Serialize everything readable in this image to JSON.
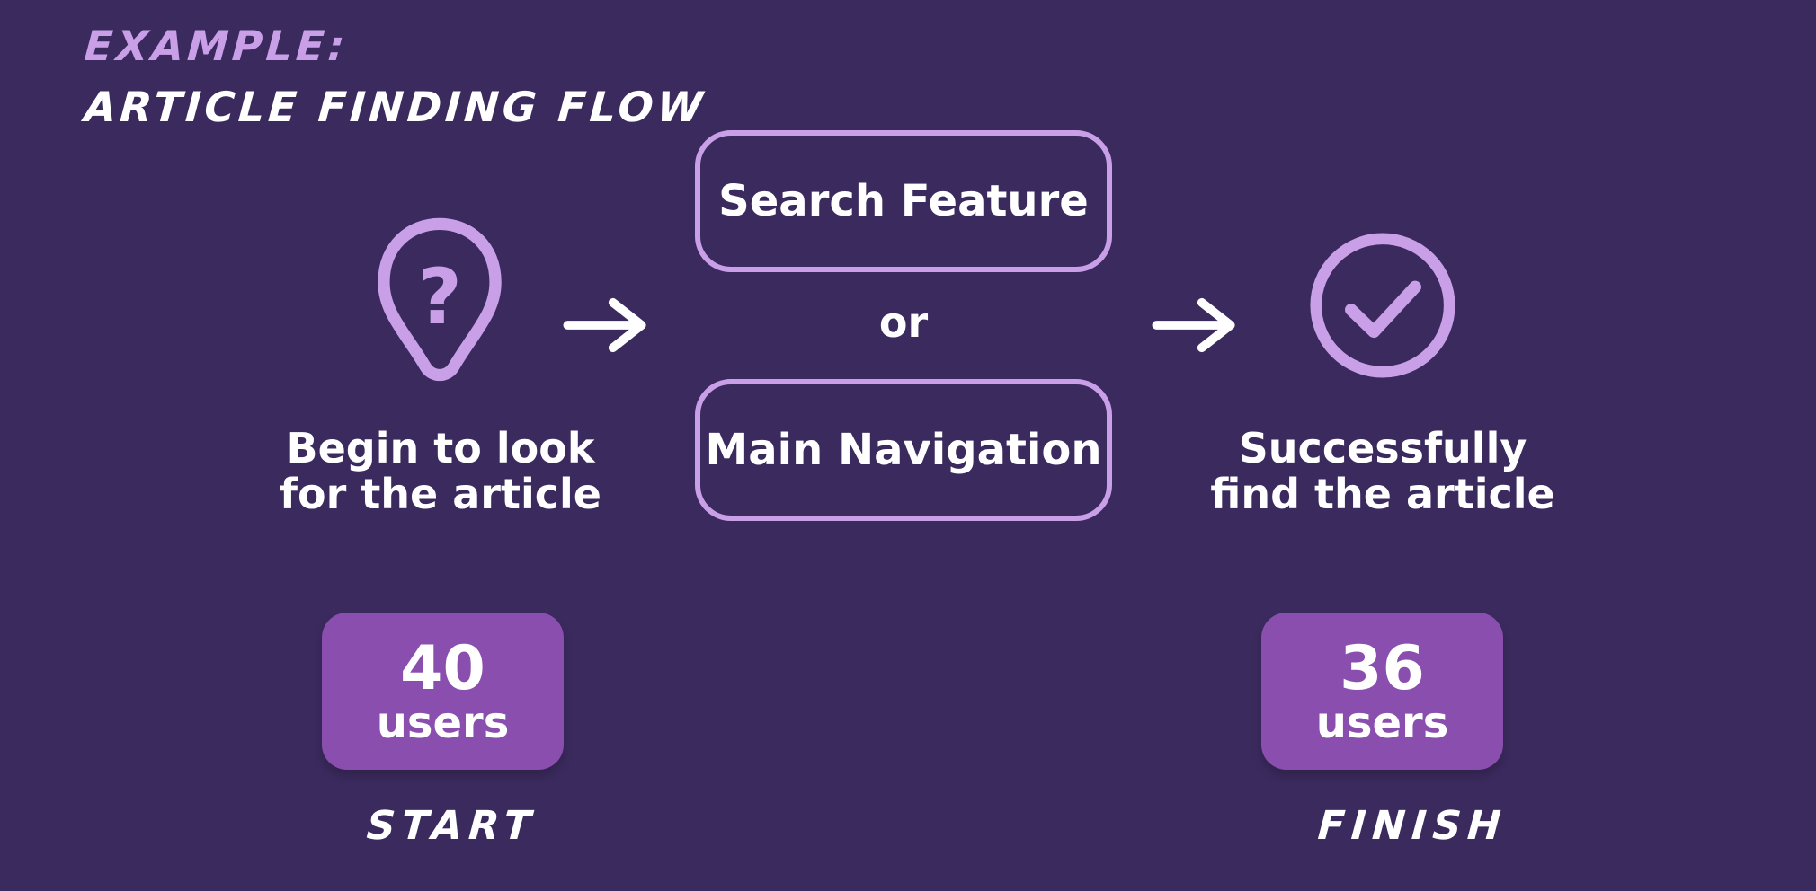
{
  "colors": {
    "background": "#3b2a5e",
    "accent_lavender": "#c9a0e8",
    "box_fill_purple": "#8a4fae",
    "text_white": "#ffffff"
  },
  "header": {
    "eyebrow": "EXAMPLE:",
    "title": "ARTICLE FINDING FLOW"
  },
  "flow": {
    "start": {
      "icon": "question-pin-icon",
      "label_line1": "Begin to look",
      "label_line2": "for the article"
    },
    "options": {
      "option1": "Search Feature",
      "connector": "or",
      "option2": "Main Navigation"
    },
    "finish": {
      "icon": "check-circle-icon",
      "label_line1": "Successfully",
      "label_line2": "find the article"
    }
  },
  "counts": {
    "start": {
      "value": "40",
      "unit": "users",
      "caption": "START"
    },
    "finish": {
      "value": "36",
      "unit": "users",
      "caption": "FINISH"
    }
  }
}
